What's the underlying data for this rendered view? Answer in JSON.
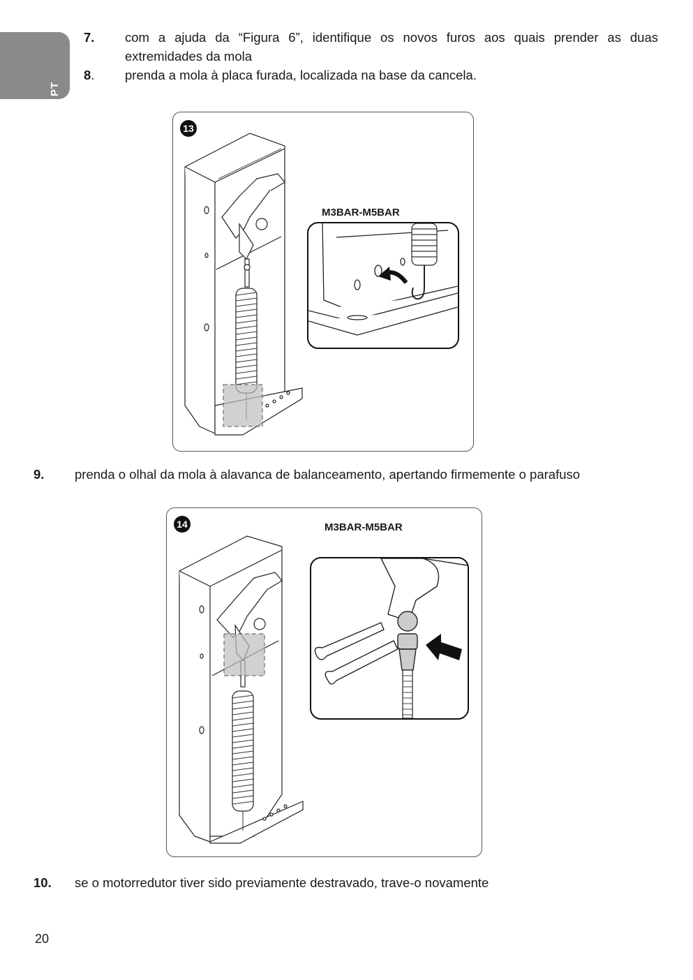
{
  "language_tab": "PT",
  "steps": [
    {
      "number": "7.",
      "text": "com a ajuda da “Figura 6”, identifique os novos furos aos quais prender as duas extremidades da mola"
    },
    {
      "number": "8",
      "number_suffix": ".",
      "text": "prenda a mola à placa furada, localizada na base da cancela."
    },
    {
      "number": "9.",
      "text": "prenda o olhal da mola à alavanca de balanceamento, apertando firmemente o parafuso"
    },
    {
      "number": "10.",
      "text": "se o motorredutor tiver sido previamente destravado, trave-o novamente"
    }
  ],
  "figures": [
    {
      "badge": "13",
      "model_label": "M3BAR-M5BAR"
    },
    {
      "badge": "14",
      "model_label": "M3BAR-M5BAR"
    }
  ],
  "page_number": "20"
}
